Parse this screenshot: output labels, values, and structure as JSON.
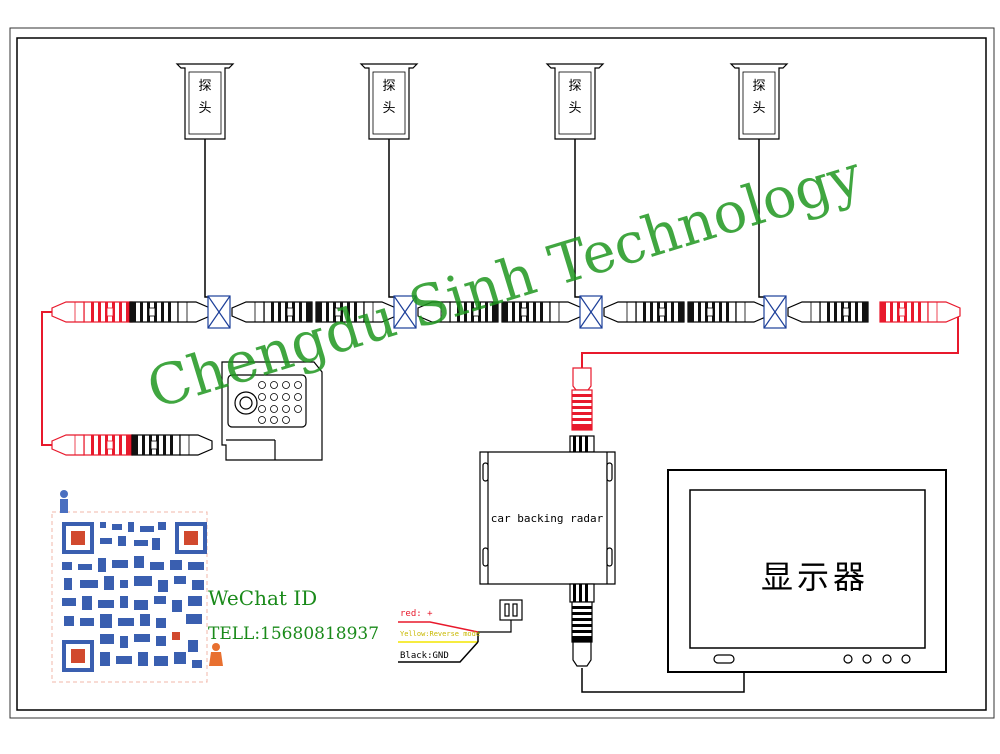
{
  "probes": [
    {
      "text": "探头"
    },
    {
      "text": "探头"
    },
    {
      "text": "探头"
    },
    {
      "text": "探头"
    }
  ],
  "radar": {
    "label": "car backing radar"
  },
  "monitor": {
    "label": "显示器"
  },
  "wires": {
    "red": "red: +",
    "yellow": "Yellow:Reverse mode",
    "black": "Black:GND"
  },
  "contact": {
    "wechat": "WeChat ID",
    "tel": "TELL:15680818937"
  },
  "watermark": "Chengdu Sinh Technology",
  "colors": {
    "red_cable": "#e8192c",
    "yellow_cable": "#f4e600",
    "qr_blue": "#3a5fb0",
    "watermark_green": "#1e961e",
    "contact_green": "#1a8a1a"
  }
}
